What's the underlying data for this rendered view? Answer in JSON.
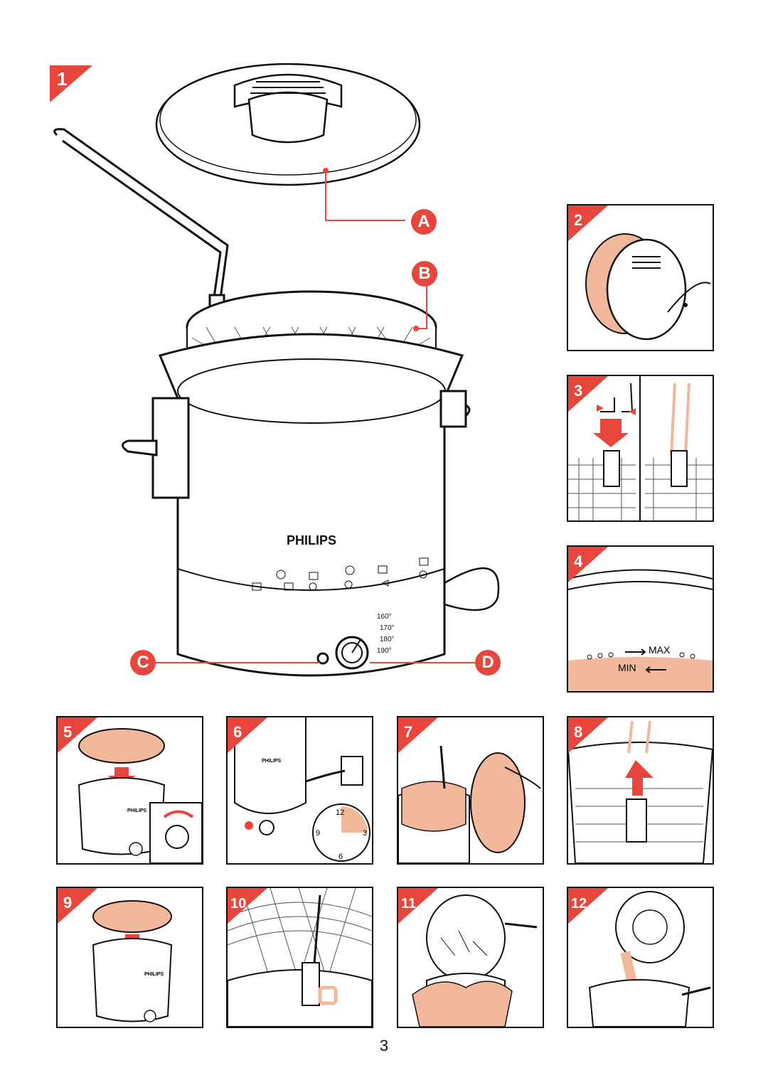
{
  "page_number": "3",
  "figure1": {
    "step": "1",
    "brand": "PHILIPS",
    "callouts": [
      "A",
      "B",
      "C",
      "D"
    ],
    "dial_temps": [
      "160°",
      "170°",
      "180°",
      "190°"
    ]
  },
  "steps": [
    {
      "number": "2",
      "description": "filter-cover"
    },
    {
      "number": "3",
      "description": "handle-attach"
    },
    {
      "number": "4",
      "description": "oil-level"
    },
    {
      "number": "5",
      "description": "lid-and-dial"
    },
    {
      "number": "6",
      "description": "plug-in"
    },
    {
      "number": "7",
      "description": "lower-basket"
    },
    {
      "number": "8",
      "description": "lift-handle"
    },
    {
      "number": "9",
      "description": "close-lid"
    },
    {
      "number": "10",
      "description": "basket-raised"
    },
    {
      "number": "11",
      "description": "drain-food"
    },
    {
      "number": "12",
      "description": "pour-oil"
    }
  ],
  "oil_level": {
    "max_label": "MAX",
    "min_label": "MIN"
  },
  "panel6": {
    "brand": "PHILIPS",
    "clock_numbers": [
      "12",
      "3",
      "6",
      "9"
    ]
  },
  "panel5": {
    "brand": "PHILIPS"
  },
  "panel9": {
    "brand": "PHILIPS"
  },
  "colors": {
    "accent_red": "#e8453c",
    "peach": "#f1b89c",
    "line": "#111111"
  }
}
